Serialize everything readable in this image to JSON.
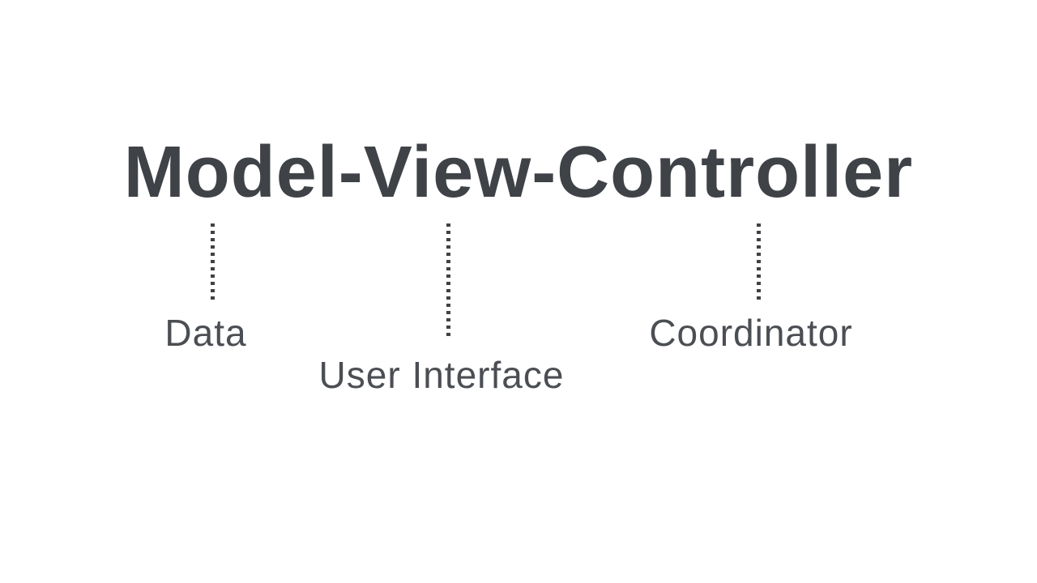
{
  "title": "Model-View-Controller",
  "colors": {
    "background": "#ffffff",
    "title": "#3f4247",
    "label": "#4b4e53",
    "dots": "#3f4247"
  },
  "annotations": [
    {
      "term": "Model",
      "label": "Data"
    },
    {
      "term": "View",
      "label": "User Interface"
    },
    {
      "term": "Controller",
      "label": "Coordinator"
    }
  ]
}
